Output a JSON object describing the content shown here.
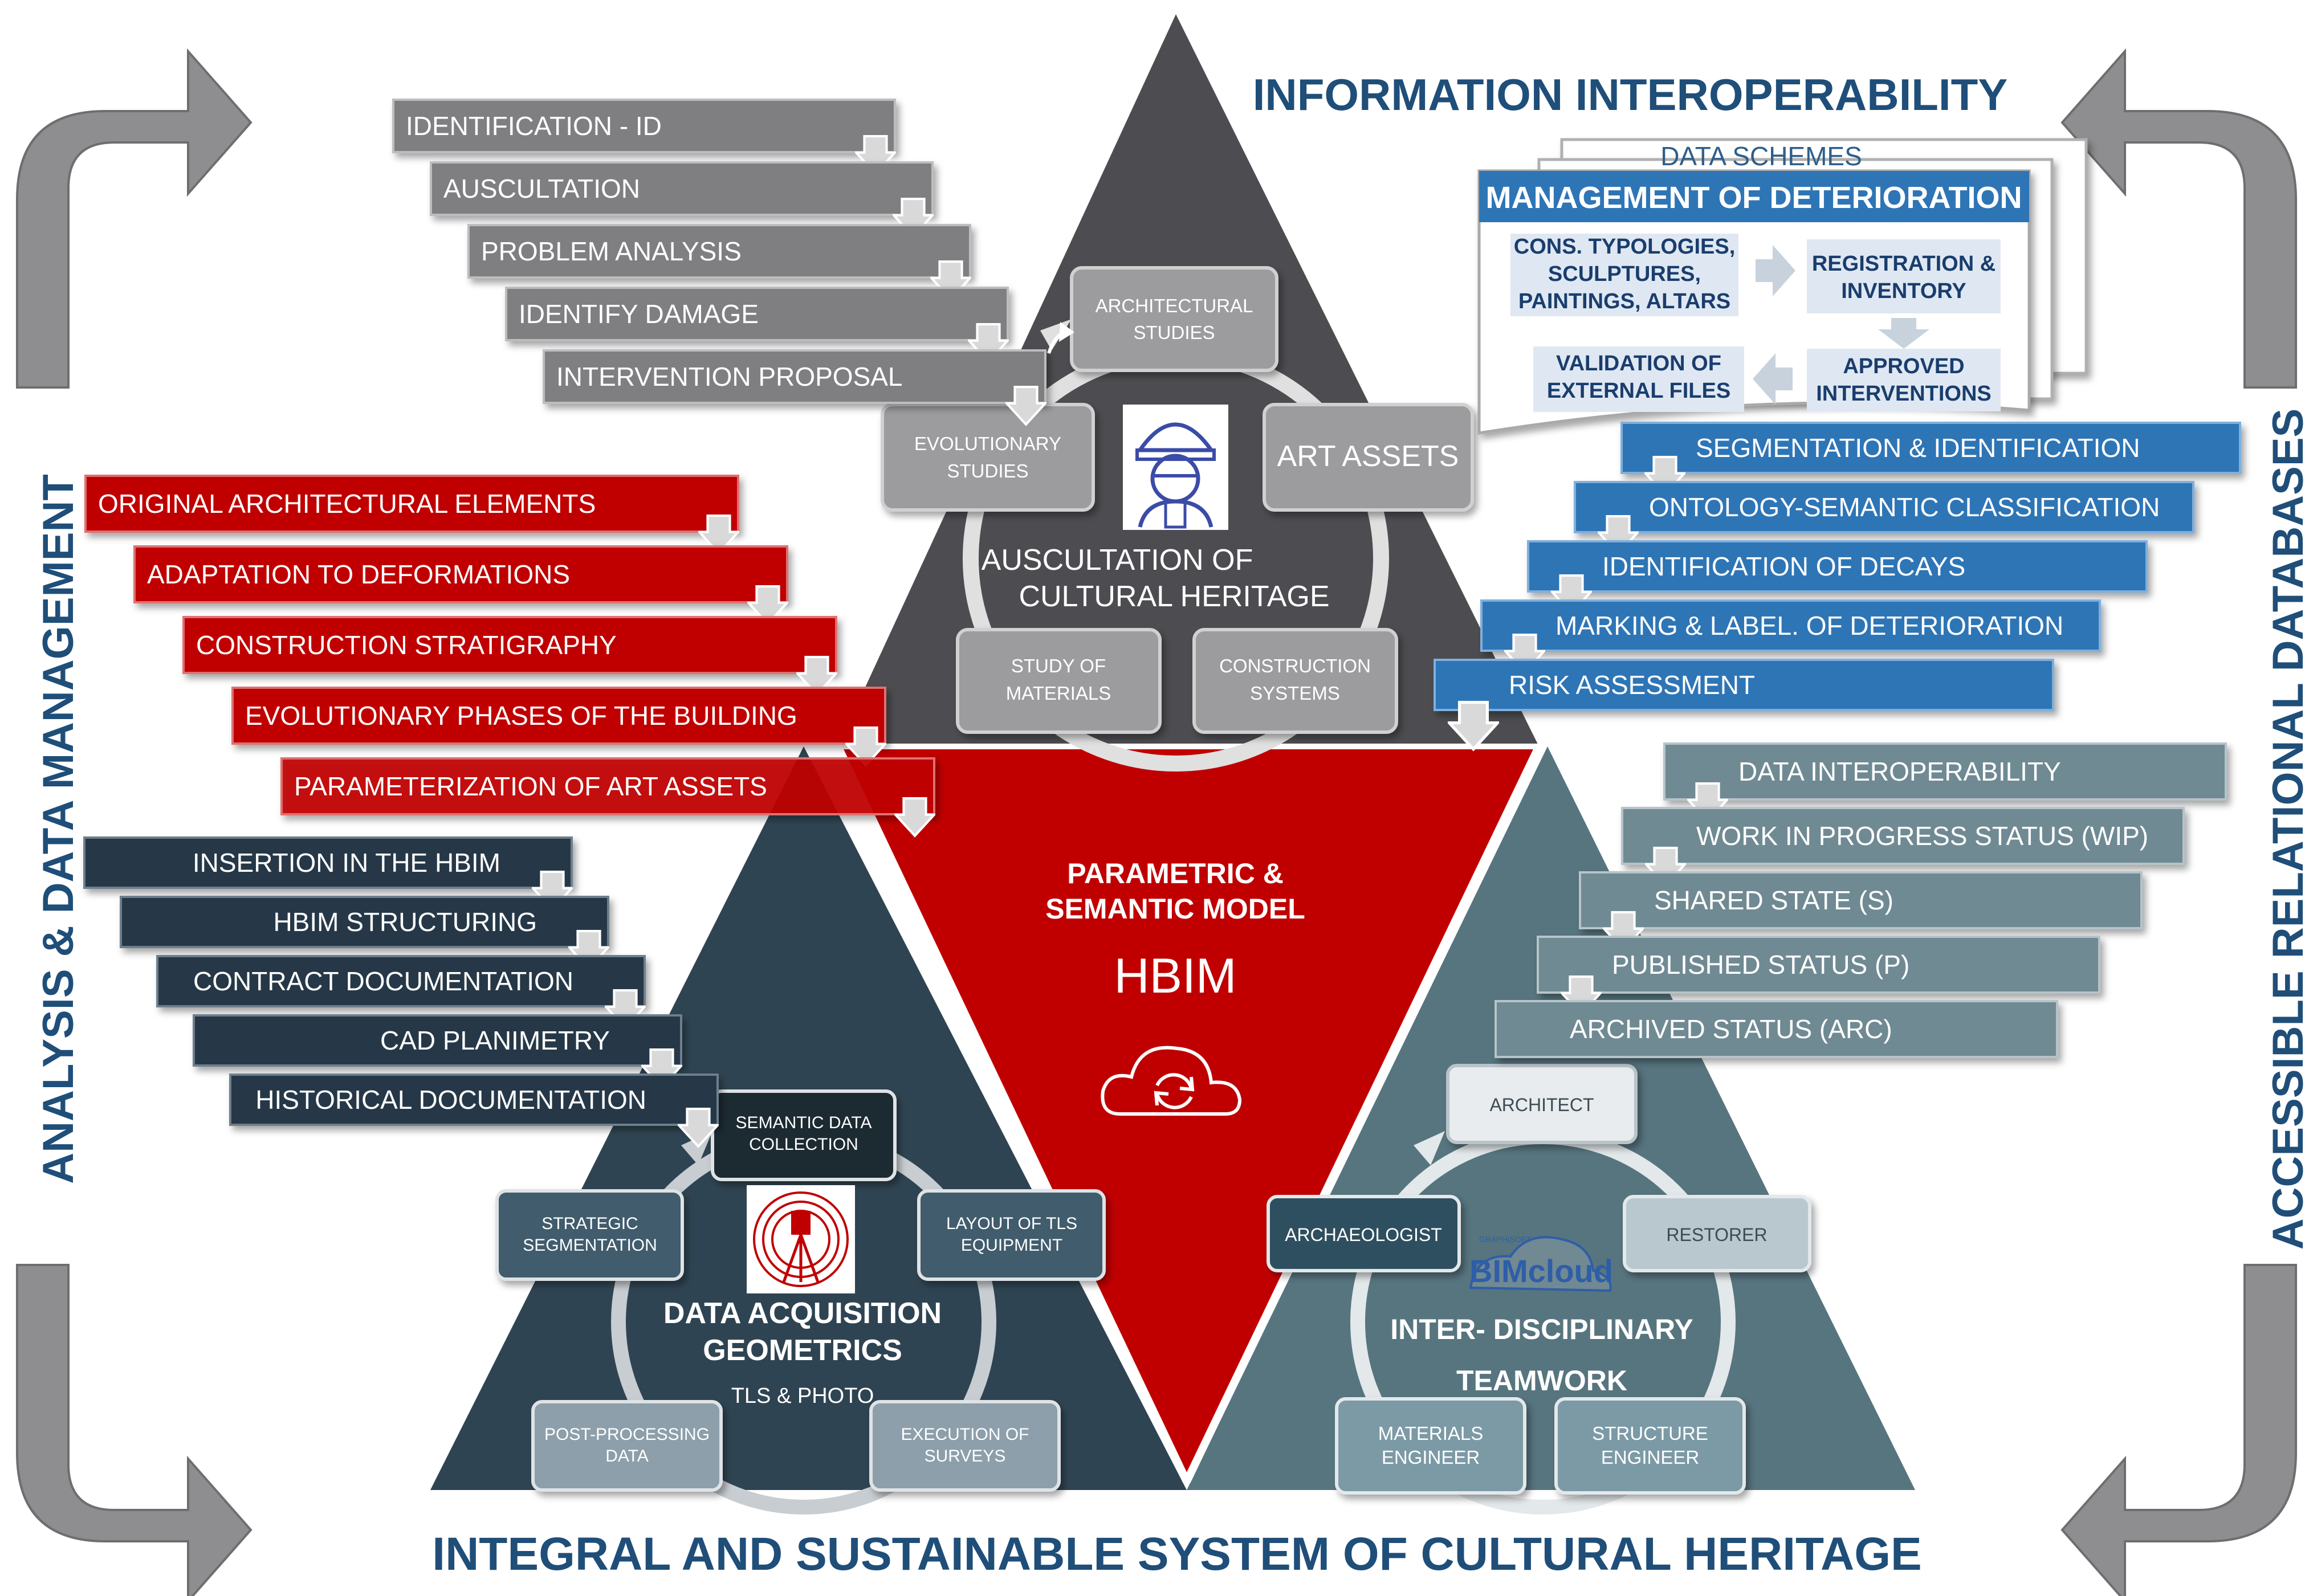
{
  "headings": {
    "top": "INFORMATION INTEROPERABILITY",
    "bottom": "INTEGRAL AND SUSTAINABLE SYSTEM OF CULTURAL HERITAGE",
    "left": "ANALYSIS & DATA MANAGEMENT",
    "right": "ACCESSIBLE RELATIONAL DATABASES"
  },
  "top_triangle": {
    "title_line1": "AUSCULTATION      OF",
    "title_line2": "CULTURAL HERITAGE",
    "icon": "surveyor-icon",
    "boxes": {
      "architectural_studies": [
        "ARCHITECTURAL",
        "STUDIES"
      ],
      "evolutionary_studies": [
        "EVOLUTIONARY",
        "STUDIES"
      ],
      "art_assets": "ART ASSETS",
      "study_of_materials": [
        "STUDY OF",
        "MATERIALS"
      ],
      "construction_systems": [
        "CONSTRUCTION",
        "SYSTEMS"
      ]
    }
  },
  "center_triangle": {
    "title_line1": "PARAMETRIC &",
    "title_line2": "SEMANTIC MODEL",
    "subtitle": "HBIM",
    "icon": "cloud-sync-icon"
  },
  "left_triangle": {
    "title_line1": "DATA ACQUISITION",
    "title_line2": "GEOMETRICS",
    "subtitle": "TLS & PHOTO",
    "icon": "laser-scanner-icon",
    "boxes": {
      "semantic_data_collection": [
        "SEMANTIC DATA",
        "COLLECTION"
      ],
      "strategic_segmentation": [
        "STRATEGIC",
        "SEGMENTATION"
      ],
      "layout_tls": [
        "LAYOUT OF TLS",
        "EQUIPMENT"
      ],
      "post_processing": [
        "POST-PROCESSING",
        "DATA"
      ],
      "execution_surveys": [
        "EXECUTION OF",
        "SURVEYS"
      ]
    }
  },
  "right_triangle": {
    "title_line1": "INTER- DISCIPLINARY",
    "title_line2": "TEAMWORK",
    "logo_small": "GRAPHISOFT",
    "logo_main": "BIMcloud",
    "boxes": {
      "architect": "ARCHITECT",
      "archaeologist": "ARCHAEOLOGIST",
      "restorer": "RESTORER",
      "materials_engineer": [
        "MATERIALS",
        "ENGINEER"
      ],
      "structure_engineer": [
        "STRUCTURE",
        "ENGINEER"
      ]
    }
  },
  "stacks": {
    "grey": [
      "IDENTIFICATION - ID",
      "AUSCULTATION",
      "PROBLEM ANALYSIS",
      "IDENTIFY DAMAGE",
      "INTERVENTION PROPOSAL"
    ],
    "red": [
      "ORIGINAL ARCHITECTURAL ELEMENTS",
      "ADAPTATION TO DEFORMATIONS",
      "CONSTRUCTION STRATIGRAPHY",
      "EVOLUTIONARY PHASES OF THE BUILDING",
      "PARAMETERIZATION OF ART ASSETS"
    ],
    "navy": [
      "INSERTION IN THE HBIM",
      "HBIM STRUCTURING",
      "CONTRACT DOCUMENTATION",
      "CAD PLANIMETRY",
      "HISTORICAL DOCUMENTATION"
    ],
    "blue": [
      "SEGMENTATION & IDENTIFICATION",
      "ONTOLOGY-SEMANTIC CLASSIFICATION",
      "IDENTIFICATION OF DECAYS",
      "MARKING & LABEL. OF DETERIORATION",
      "RISK ASSESSMENT"
    ],
    "slate": [
      "DATA INTEROPERABILITY",
      "WORK IN PROGRESS STATUS (WIP)",
      "SHARED STATE (S)",
      "PUBLISHED STATUS (P)",
      "ARCHIVED STATUS (ARC)"
    ]
  },
  "scheme": {
    "back_title": "DATA SCHEMES",
    "title": "MANAGEMENT OF DETERIORATION",
    "cells": {
      "typologies": [
        "CONS. TYPOLOGIES,",
        "SCULPTURES,",
        "PAINTINGS, ALTARS"
      ],
      "registration": [
        "REGISTRATION &",
        "INVENTORY"
      ],
      "validation": [
        "VALIDATION OF",
        "EXTERNAL FILES"
      ],
      "approved": [
        "APPROVED",
        "INTERVENTIONS"
      ]
    }
  },
  "colors": {
    "top_triangle": "#4d4d51",
    "center_triangle": "#c00000",
    "left_triangle": "#2f4452",
    "right_triangle": "#57757f",
    "grey_stack": "#7f7f82",
    "red_stack": "#c00000",
    "navy_stack": "#253746",
    "blue_stack": "#2e75b6",
    "slate_stack": "#6f8a93",
    "heading": "#1f4e79"
  }
}
